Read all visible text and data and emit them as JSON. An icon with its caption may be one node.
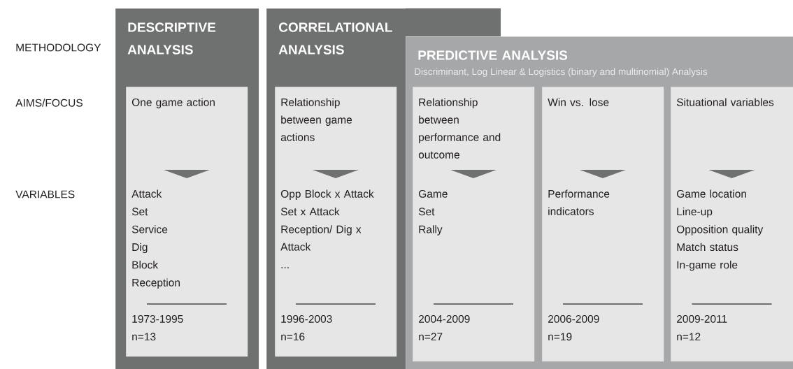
{
  "diagram": {
    "nodes": [
      {
        "text": [
          "DESCRIPTIVE ANALYSIS"
        ]
      },
      {
        "text": [
          "One game action",
          "Attack",
          "Set",
          "Service",
          "Dig",
          "Block",
          "Reception",
          "1973-1995",
          "n=13"
        ],
        "in": 0
      },
      {
        "text": [
          "CORRELATIONAL ANALYSIS"
        ]
      },
      {
        "text": [
          "Relationship between game actions",
          "Opp Block x Attack",
          "Set x Attack",
          "Reception/ Dig x Attack",
          "...",
          "1996-2003",
          "n=16"
        ],
        "in": 2
      },
      {
        "text": [
          "PREDICTIVE ANALYSIS",
          "Discriminant, Log Linear & Logistics (binary and multinomial) Analysis"
        ]
      },
      {
        "text": [
          "Relationship between performance and outcome",
          "Game",
          "Set",
          "Rally",
          "2004-2009",
          "n=27"
        ],
        "in": 4
      },
      {
        "text": [
          "Win vs. lose",
          "Performance indicators",
          "2006-2009",
          "n=19"
        ],
        "in": 4
      },
      {
        "text": [
          "Situational variables",
          "Game location",
          "Line-up",
          "Opposition quality",
          "Match status",
          "In-game role",
          "2009-2011",
          "n=12"
        ],
        "in": 4
      }
    ],
    "labels": [
      "METHODOLOGY",
      "AIMS/FOCUS",
      "VARIABLES"
    ]
  }
}
